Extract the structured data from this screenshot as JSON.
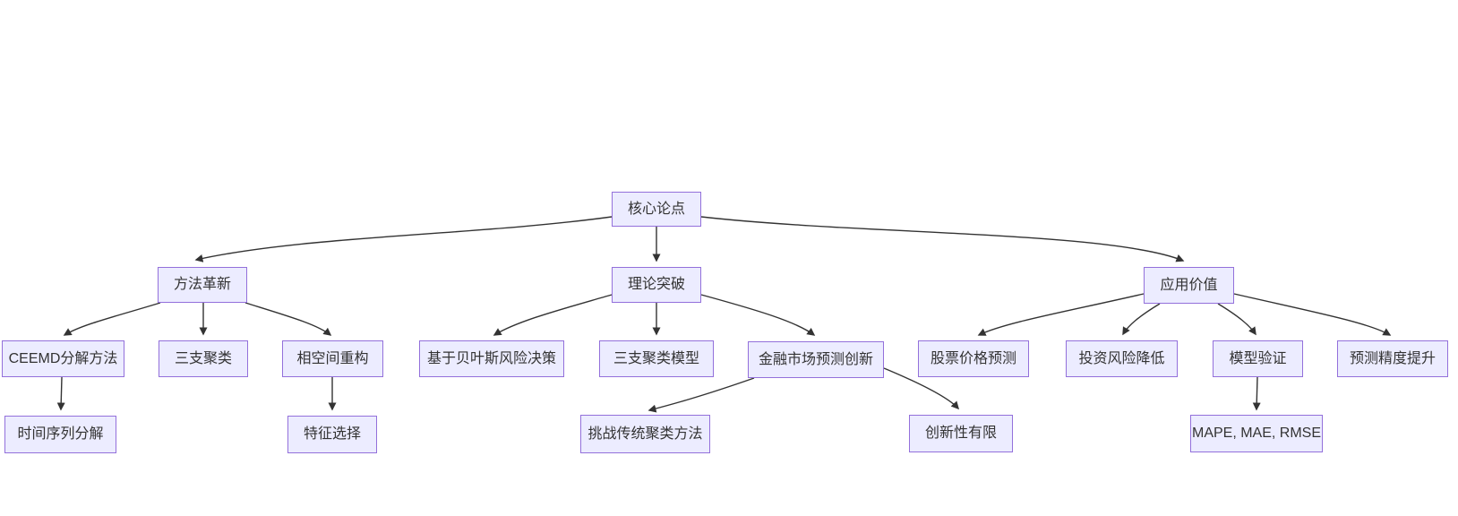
{
  "diagram": {
    "type": "flowchart-top-down",
    "colors": {
      "background": "#ffffff",
      "node_fill": "#ECECFF",
      "node_border": "#9370DB",
      "edge": "#333333",
      "text": "#333333"
    },
    "nodes": {
      "core": {
        "label": "核心论点"
      },
      "method": {
        "label": "方法革新"
      },
      "theory": {
        "label": "理论突破"
      },
      "application": {
        "label": "应用价值"
      },
      "ceemd": {
        "label": "CEEMD分解方法"
      },
      "three_way_clustering": {
        "label": "三支聚类"
      },
      "phase_space": {
        "label": "相空间重构"
      },
      "bayesian": {
        "label": "基于贝叶斯风险决策"
      },
      "three_way_model": {
        "label": "三支聚类模型"
      },
      "financial_innovation": {
        "label": "金融市场预测创新"
      },
      "stock_prediction": {
        "label": "股票价格预测"
      },
      "investment_risk": {
        "label": "投资风险降低"
      },
      "model_validation": {
        "label": "模型验证"
      },
      "prediction_accuracy": {
        "label": "预测精度提升"
      },
      "time_series": {
        "label": "时间序列分解"
      },
      "feature_selection": {
        "label": "特征选择"
      },
      "challenge_traditional": {
        "label": "挑战传统聚类方法"
      },
      "limited_innovation": {
        "label": "创新性有限"
      },
      "metrics": {
        "label": "MAPE, MAE, RMSE"
      }
    },
    "edges": [
      {
        "from": "core",
        "to": "method"
      },
      {
        "from": "core",
        "to": "theory"
      },
      {
        "from": "core",
        "to": "application"
      },
      {
        "from": "method",
        "to": "ceemd"
      },
      {
        "from": "method",
        "to": "three_way_clustering"
      },
      {
        "from": "method",
        "to": "phase_space"
      },
      {
        "from": "ceemd",
        "to": "time_series"
      },
      {
        "from": "phase_space",
        "to": "feature_selection"
      },
      {
        "from": "theory",
        "to": "bayesian"
      },
      {
        "from": "theory",
        "to": "three_way_model"
      },
      {
        "from": "theory",
        "to": "financial_innovation"
      },
      {
        "from": "financial_innovation",
        "to": "challenge_traditional"
      },
      {
        "from": "financial_innovation",
        "to": "limited_innovation"
      },
      {
        "from": "application",
        "to": "stock_prediction"
      },
      {
        "from": "application",
        "to": "investment_risk"
      },
      {
        "from": "application",
        "to": "model_validation"
      },
      {
        "from": "application",
        "to": "prediction_accuracy"
      },
      {
        "from": "model_validation",
        "to": "metrics"
      }
    ]
  }
}
